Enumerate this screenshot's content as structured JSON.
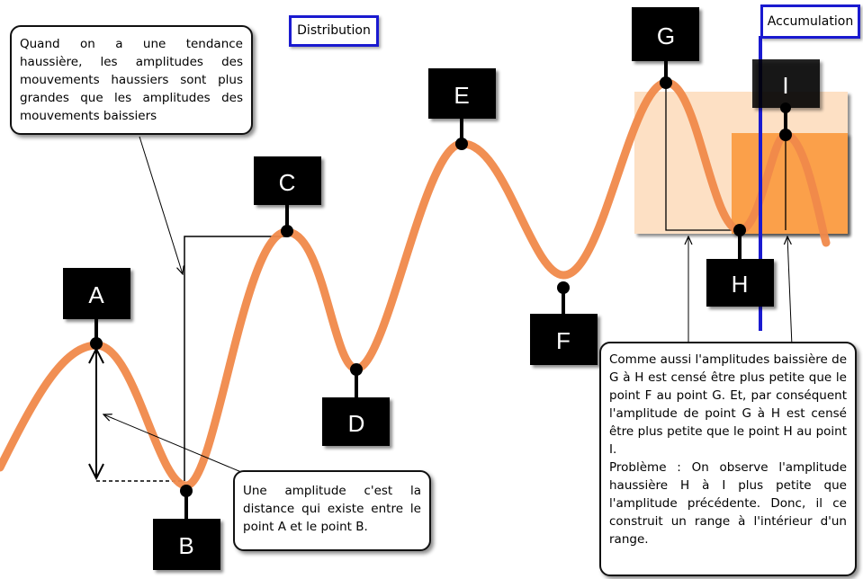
{
  "labels": {
    "distribution": "Distribution",
    "accumulation": "Accumulation"
  },
  "points": [
    {
      "id": "A",
      "label": "A"
    },
    {
      "id": "B",
      "label": "B"
    },
    {
      "id": "C",
      "label": "C"
    },
    {
      "id": "D",
      "label": "D"
    },
    {
      "id": "E",
      "label": "E"
    },
    {
      "id": "F",
      "label": "F"
    },
    {
      "id": "G",
      "label": "G"
    },
    {
      "id": "H",
      "label": "H"
    },
    {
      "id": "I",
      "label": "I"
    }
  ],
  "notes": {
    "trend": "Quand on a une tendance haussière, les amplitudes des mouvements haussiers sont plus grandes que les amplitudes des mouvements baissiers",
    "amplitude": "Une amplitude c'est la distance qui existe entre le point A et le point B.",
    "range_lines": [
      "Comme aussi l'amplitudes baissière de G à H est censé être plus petite que le point F au point G. Et, par conséquent l'amplitude de point G à H est censé être plus petite que le point H au point I.",
      "Problème : On observe l'amplitude haussière H à I plus petite que l'amplitude précédente. Donc, il ce construit un range à l'intérieur d'un range."
    ]
  },
  "colors": {
    "curve": "#f0894a",
    "range_outer": "#fde0c4",
    "range_inner": "#fb9a3c",
    "label_box": "#000000",
    "tag_border": "#1a1ad0",
    "accumulation_line": "#1a1ad0"
  }
}
